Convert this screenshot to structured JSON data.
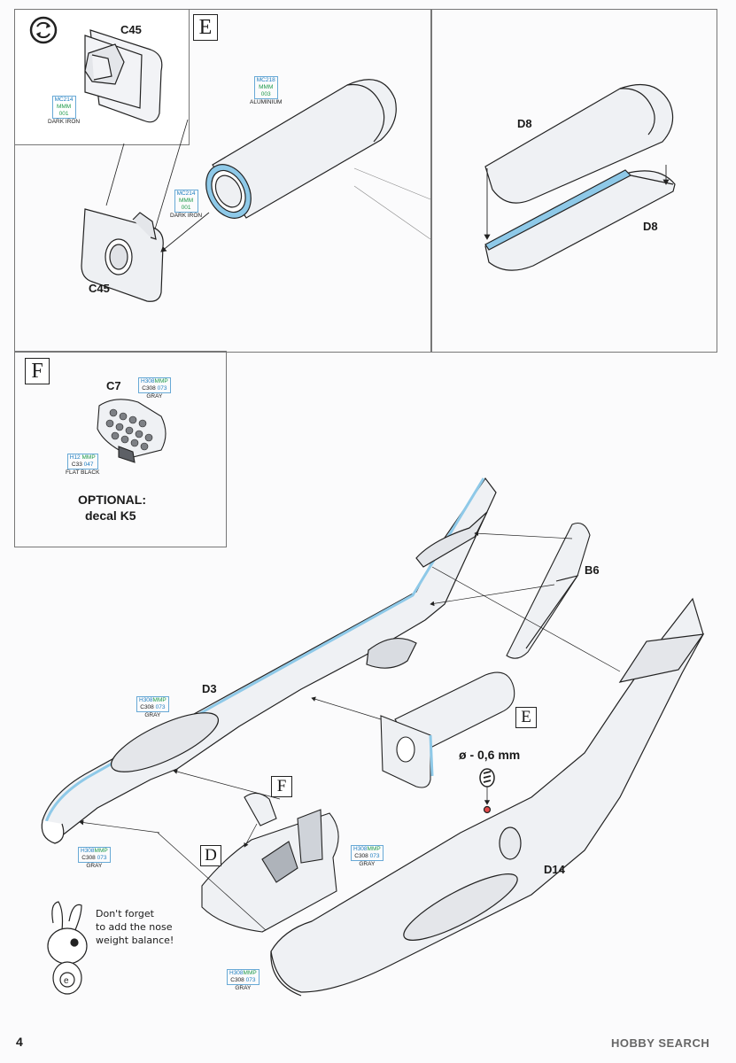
{
  "panels": {
    "e": {
      "letter": "E"
    },
    "f": {
      "letter": "F"
    }
  },
  "part_labels": {
    "c45_top": "C45",
    "c45_bottom": "C45",
    "d8_top": "D8",
    "d8_bottom": "D8",
    "c7": "C7",
    "b6": "B6",
    "d3": "D3",
    "d14": "D14",
    "d_callout": "D",
    "e_callout": "E",
    "f_callout": "F"
  },
  "paint_codes": {
    "mc214_top": {
      "code": "MC214",
      "line2": "MMM",
      "line3": "001",
      "name": "DARK IRON"
    },
    "mc218": {
      "code": "MC218",
      "line2": "MMM",
      "line3": "003",
      "name": "ALUMINIUM"
    },
    "mc214_mid": {
      "code": "MC214",
      "line2": "MMM",
      "line3": "001",
      "name": "DARK IRON"
    },
    "h308_f": {
      "a": "H308",
      "b": "MMP",
      "c": "C308",
      "d": "073",
      "name": "GRAY"
    },
    "h12_f": {
      "a": "H12",
      "b": "MMP",
      "c": "C33",
      "d": "047",
      "name": "FLAT BLACK"
    },
    "h308_d3": {
      "a": "H308",
      "b": "MMP",
      "c": "C308",
      "d": "073",
      "name": "GRAY"
    },
    "h308_nose": {
      "a": "H308",
      "b": "MMP",
      "c": "C308",
      "d": "073",
      "name": "GRAY"
    },
    "h308_cockpit": {
      "a": "H308",
      "b": "MMP",
      "c": "C308",
      "d": "073",
      "name": "GRAY"
    },
    "h308_bottom": {
      "a": "H308",
      "b": "MMP",
      "c": "C308",
      "d": "073",
      "name": "GRAY"
    }
  },
  "optional_note": {
    "line1": "OPTIONAL:",
    "line2": "decal K5"
  },
  "drill_note": "ø - 0,6 mm",
  "mascot_note": {
    "line1": "Don't forget",
    "line2": "to add the nose",
    "line3": "weight balance!"
  },
  "page_number": "4",
  "watermark": "HOBBY SEARCH"
}
